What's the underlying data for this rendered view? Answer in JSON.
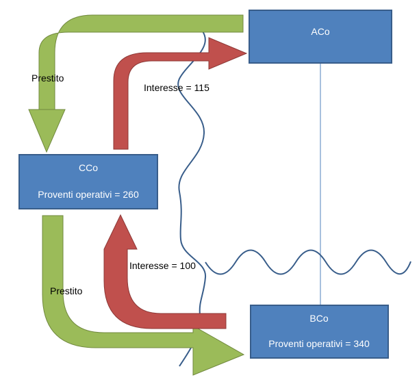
{
  "nodes": {
    "aco": {
      "title": "ACo"
    },
    "cco": {
      "title": "CCo",
      "subtitle": "Proventi operativi = 260"
    },
    "bco": {
      "title": "BCo",
      "subtitle": "Proventi operativi = 340"
    }
  },
  "flows": {
    "loan_aco_to_cco": {
      "label": "Prestito"
    },
    "interest_cco_to_aco": {
      "label": "Interesse = 115"
    },
    "loan_cco_to_bco": {
      "label": "Prestito"
    },
    "interest_bco_to_cco": {
      "label": "Interesse = 100"
    }
  },
  "colors": {
    "box_fill": "#4F81BD",
    "box_stroke": "#385D8A",
    "loan_arrow": "#9BBB59",
    "loan_arrow_stroke": "#71893F",
    "interest_arrow": "#C0504D",
    "interest_arrow_stroke": "#8C3836",
    "wave_line": "#385D8A",
    "connector_line": "#4F81BD"
  }
}
